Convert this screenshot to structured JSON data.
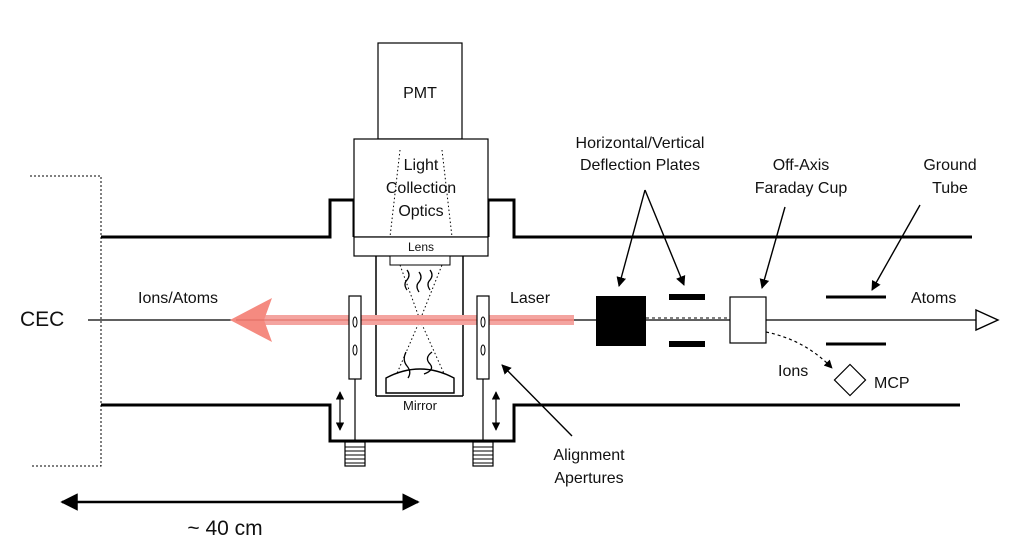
{
  "labels": {
    "pmt": "PMT",
    "light_1": "Light",
    "light_2": "Collection",
    "light_3": "Optics",
    "lens": "Lens",
    "mirror": "Mirror",
    "cec": "CEC",
    "ions_atoms": "Ions/Atoms",
    "laser": "Laser",
    "deflection_1": "Horizontal/Vertical",
    "deflection_2": "Deflection Plates",
    "faraday_1": "Off-Axis",
    "faraday_2": "Faraday Cup",
    "ground_1": "Ground",
    "ground_2": "Tube",
    "atoms": "Atoms",
    "ions": "Ions",
    "mcp": "MCP",
    "align_1": "Alignment",
    "align_2": "Apertures",
    "scale": "~ 40 cm"
  },
  "colors": {
    "laser_beam": "#f4a4a0",
    "laser_head": "#f58a80",
    "line": "#000000"
  }
}
